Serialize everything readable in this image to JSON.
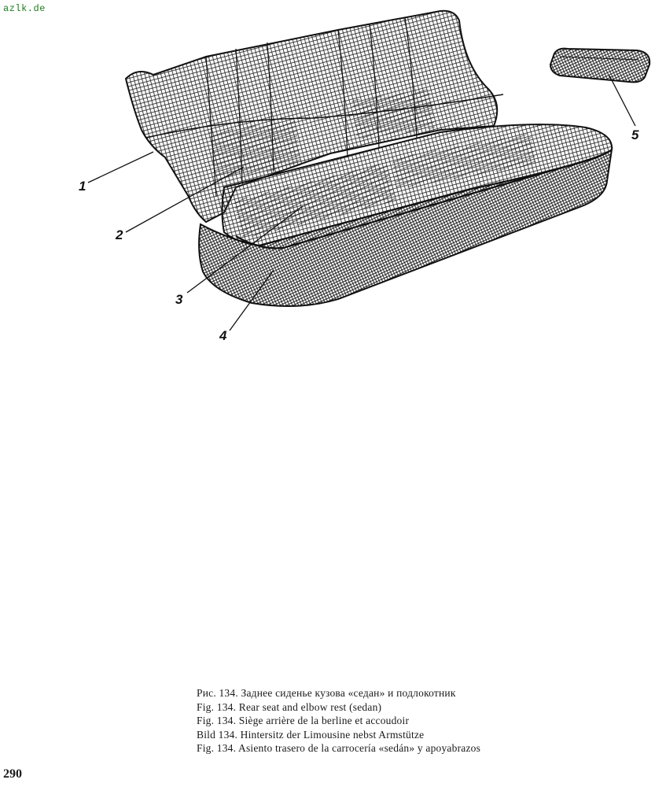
{
  "watermark": "azlk.de",
  "figure": {
    "callouts": [
      "1",
      "2",
      "3",
      "4",
      "5"
    ]
  },
  "captions": [
    "Рис. 134. Заднее сиденье кузова «седан» и подлокотник",
    "Fig. 134. Rear seat and elbow rest (sedan)",
    "Fig. 134. Siège arrière de la berline et accoudoir",
    "Bild 134. Hintersitz der Limousine nebst Armstütze",
    "Fig. 134. Asiento trasero de la carrocería «sedán» y apoyabrazos"
  ],
  "page_number": "290"
}
